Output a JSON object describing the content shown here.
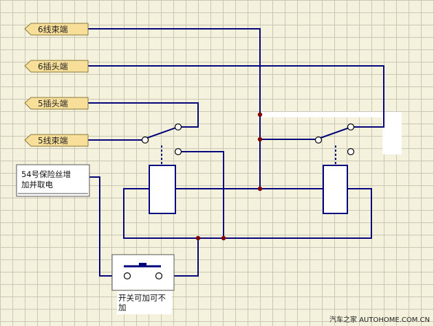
{
  "connectors": [
    {
      "id": "c6-harness",
      "label": "6线束端"
    },
    {
      "id": "c6-plug",
      "label": "6插头端"
    },
    {
      "id": "c5-plug",
      "label": "5插头端"
    },
    {
      "id": "c5-harness",
      "label": "5线束端"
    }
  ],
  "fuse_box": {
    "line1": "54号保险丝增",
    "line2": "加并取电"
  },
  "switch_box": {
    "line1": "开关可加可不",
    "line2": "加"
  },
  "watermark": "汽车之家 AUTOHOME.COM.CN",
  "colors": {
    "wire": "#00007a",
    "junction": "#800000",
    "connector_fill": "#f7df9a",
    "connector_stroke": "#8a7a3a",
    "relay_fill": "#ffffff",
    "relay_stroke": "#000080"
  }
}
